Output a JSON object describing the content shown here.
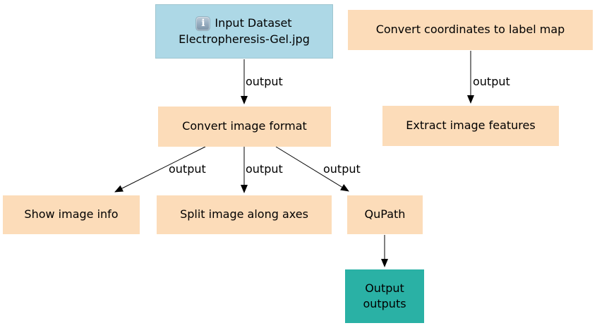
{
  "diagram": {
    "nodes": {
      "input_dataset": {
        "icon": "info-icon",
        "line1": "Input Dataset",
        "line2": "Electropheresis-Gel.jpg"
      },
      "convert_coordinates": {
        "label": "Convert coordinates to label map"
      },
      "convert_format": {
        "label": "Convert image format"
      },
      "extract_features": {
        "label": "Extract image features"
      },
      "show_image_info": {
        "label": "Show image info"
      },
      "split_image": {
        "label": "Split image along axes"
      },
      "qupath": {
        "label": "QuPath"
      },
      "output": {
        "line1": "Output",
        "line2": "outputs"
      }
    },
    "edges": {
      "input_to_convert_format": {
        "label": "output"
      },
      "convert_coords_to_extract": {
        "label": "output"
      },
      "convert_format_to_show_info": {
        "label": "output"
      },
      "convert_format_to_split": {
        "label": "output"
      },
      "convert_format_to_qupath": {
        "label": "output"
      }
    }
  },
  "icons": {
    "info_glyph": "i"
  },
  "colors": {
    "input_fill": "#add8e6",
    "input_border": "#9fc6d0",
    "tool_fill": "#fcdcb9",
    "output_fill": "#2ab1a5",
    "edge_color": "#000000",
    "text_color": "#000000",
    "info_icon_bg": "#8ba4ba",
    "info_icon_fg": "#ffffff"
  }
}
